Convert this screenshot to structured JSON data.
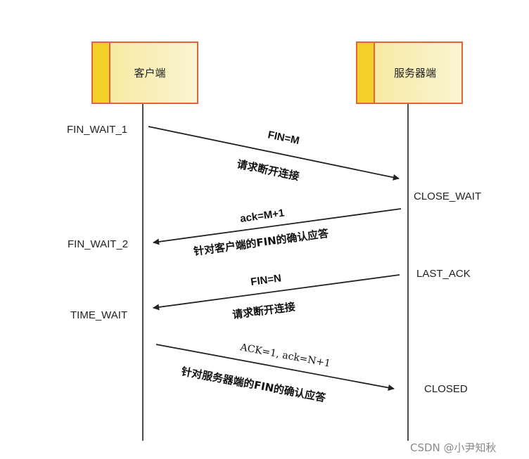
{
  "participants": {
    "client": "客户端",
    "server": "服务器端"
  },
  "states": {
    "client": [
      "FIN_WAIT_1",
      "FIN_WAIT_2",
      "TIME_WAIT"
    ],
    "server": [
      "CLOSE_WAIT",
      "LAST_ACK",
      "CLOSED"
    ]
  },
  "messages": [
    {
      "label": "FIN=M",
      "sublabel": "请求断开连接"
    },
    {
      "label": "ack=M+1",
      "sublabel": "针对客户端的FIN的确认应答"
    },
    {
      "label": "FIN=N",
      "sublabel": "请求断开连接"
    },
    {
      "label": "ACK=1, ack=N+1",
      "sublabel": "针对服务器端的FIN的确认应答"
    }
  ],
  "watermark": "CSDN @小尹知秋",
  "colors": {
    "box_fill_light": "#f7efb8",
    "box_fill_dark": "#f3cf2a",
    "box_stroke": "#e2643a",
    "line": "#222222"
  }
}
